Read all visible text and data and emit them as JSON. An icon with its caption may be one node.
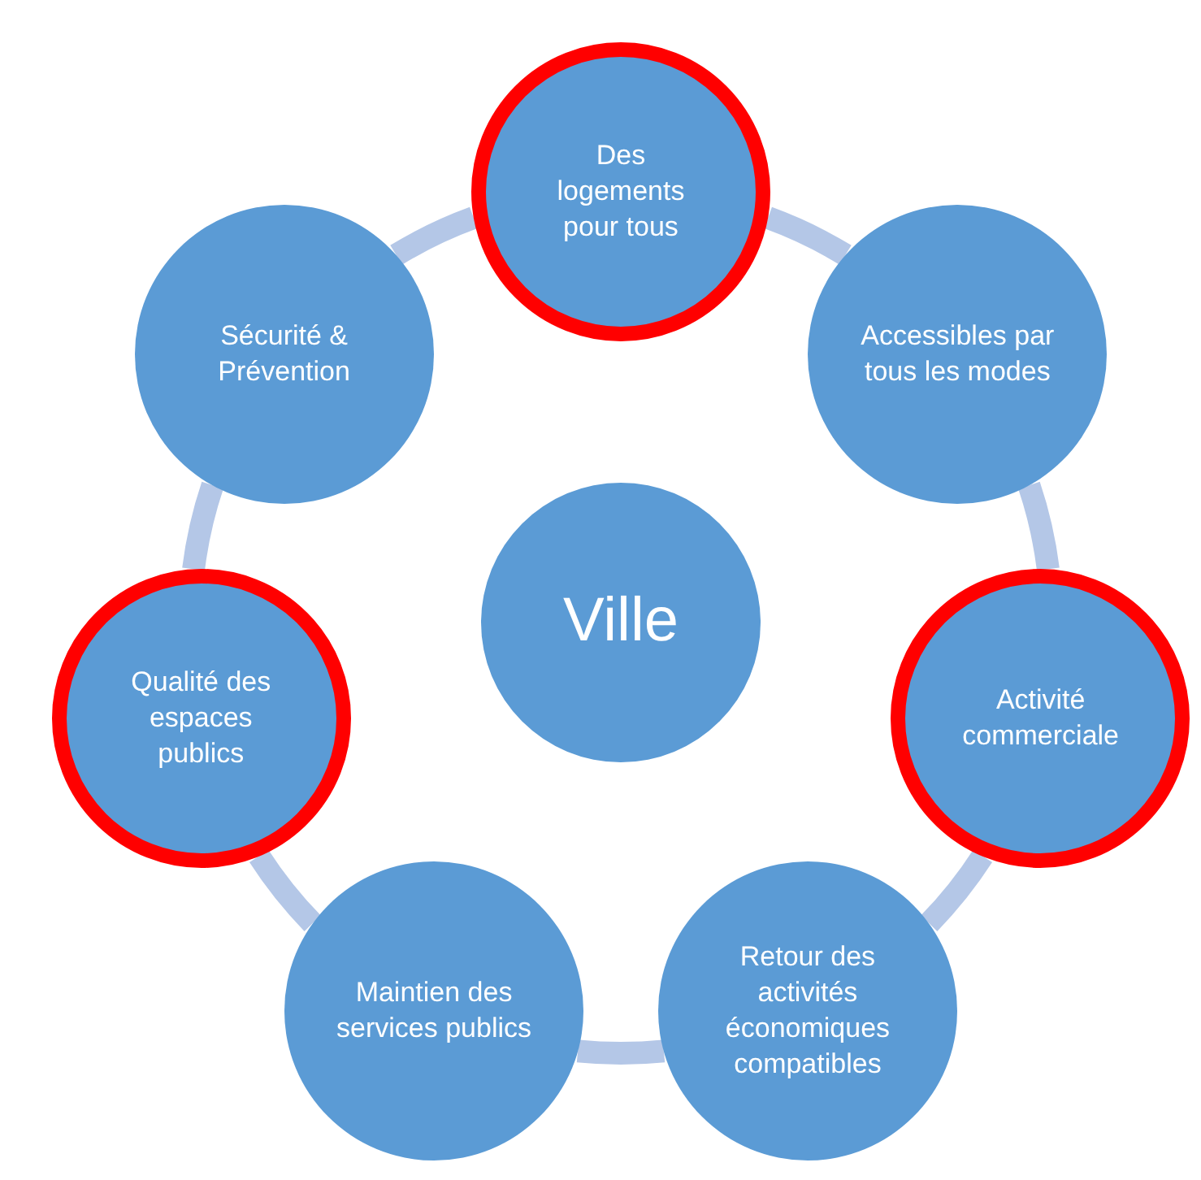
{
  "diagram": {
    "nodes": [
      {
        "text": [
          "Des logements pour tous"
        ]
      },
      {
        "text": [
          "Accessibles par tous les modes"
        ]
      },
      {
        "text": [
          "Activité commerciale"
        ]
      },
      {
        "text": [
          "Retour des activités économiques compatibles"
        ]
      },
      {
        "text": [
          "Maintien des services publics"
        ]
      },
      {
        "text": [
          "Qualité des espaces publics"
        ]
      },
      {
        "text": [
          "Sécurité & Prévention"
        ]
      },
      {
        "text": [
          "Ville"
        ]
      }
    ],
    "edges": [
      {
        "from": 0,
        "to": 1,
        "arrow": "none"
      },
      {
        "from": 1,
        "to": 2,
        "arrow": "none"
      },
      {
        "from": 2,
        "to": 3,
        "arrow": "none"
      },
      {
        "from": 3,
        "to": 4,
        "arrow": "none"
      },
      {
        "from": 4,
        "to": 5,
        "arrow": "none"
      },
      {
        "from": 5,
        "to": 6,
        "arrow": "none"
      },
      {
        "from": 6,
        "to": 0,
        "arrow": "none"
      }
    ]
  }
}
